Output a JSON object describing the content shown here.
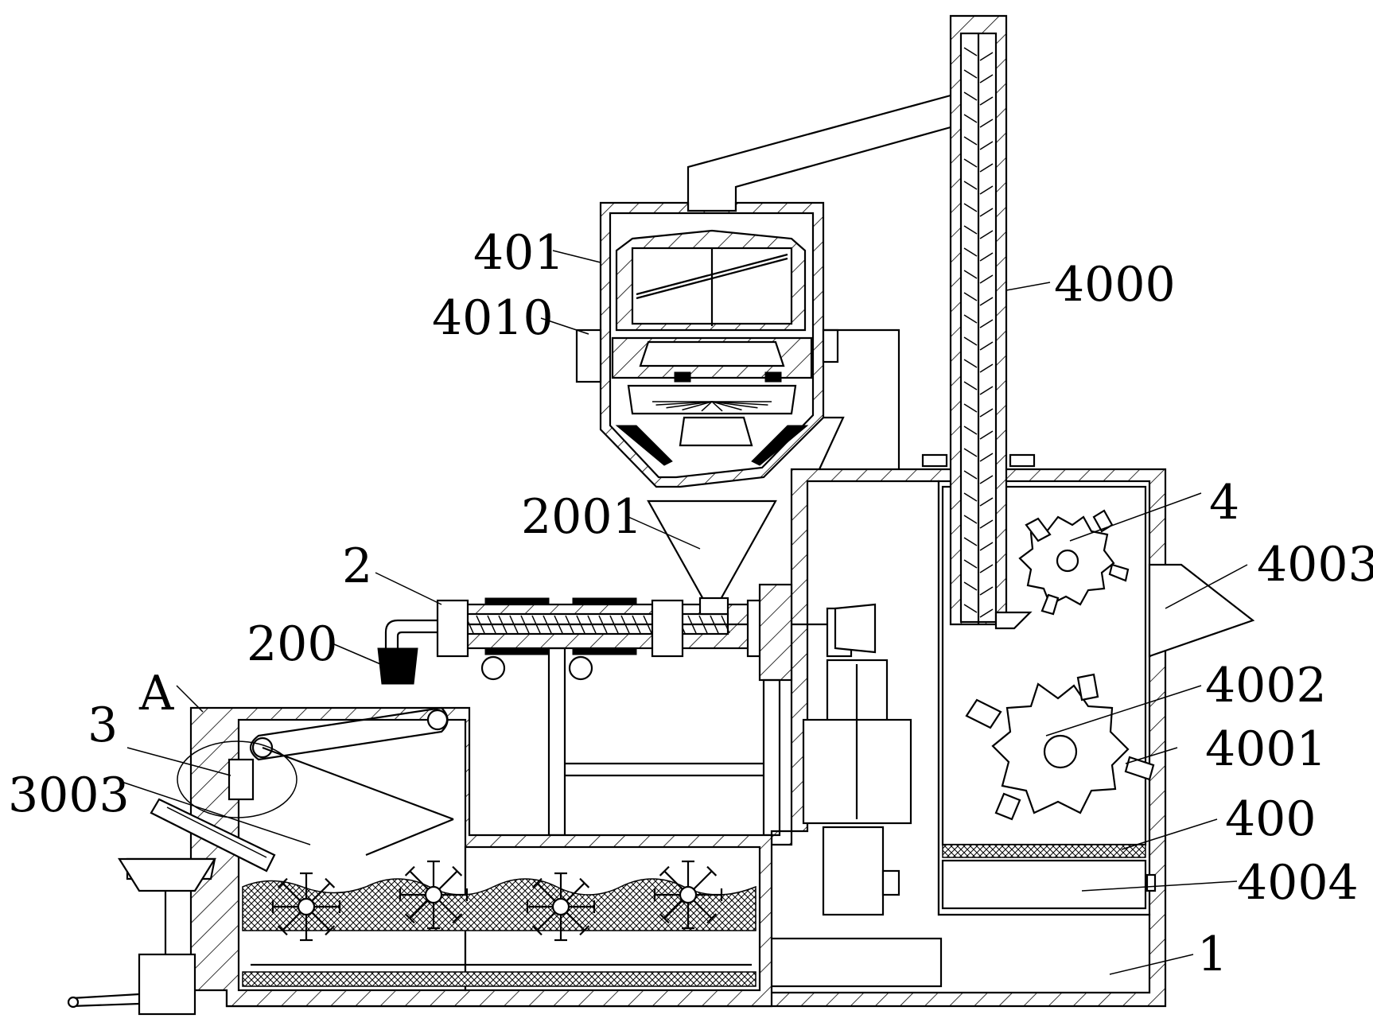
{
  "colors": {
    "line": "#000000",
    "background": "#ffffff"
  },
  "labels": [
    {
      "id": "l401",
      "text": "401"
    },
    {
      "id": "l4010",
      "text": "4010"
    },
    {
      "id": "l4000",
      "text": "4000"
    },
    {
      "id": "l2001",
      "text": "2001"
    },
    {
      "id": "l2",
      "text": "2"
    },
    {
      "id": "l200",
      "text": "200"
    },
    {
      "id": "lA",
      "text": "A"
    },
    {
      "id": "l3",
      "text": "3"
    },
    {
      "id": "l3003",
      "text": "3003"
    },
    {
      "id": "l4",
      "text": "4"
    },
    {
      "id": "l4003",
      "text": "4003"
    },
    {
      "id": "l4002",
      "text": "4002"
    },
    {
      "id": "l4001",
      "text": "4001"
    },
    {
      "id": "l400",
      "text": "400"
    },
    {
      "id": "l4004",
      "text": "4004"
    },
    {
      "id": "l1",
      "text": "1"
    }
  ]
}
